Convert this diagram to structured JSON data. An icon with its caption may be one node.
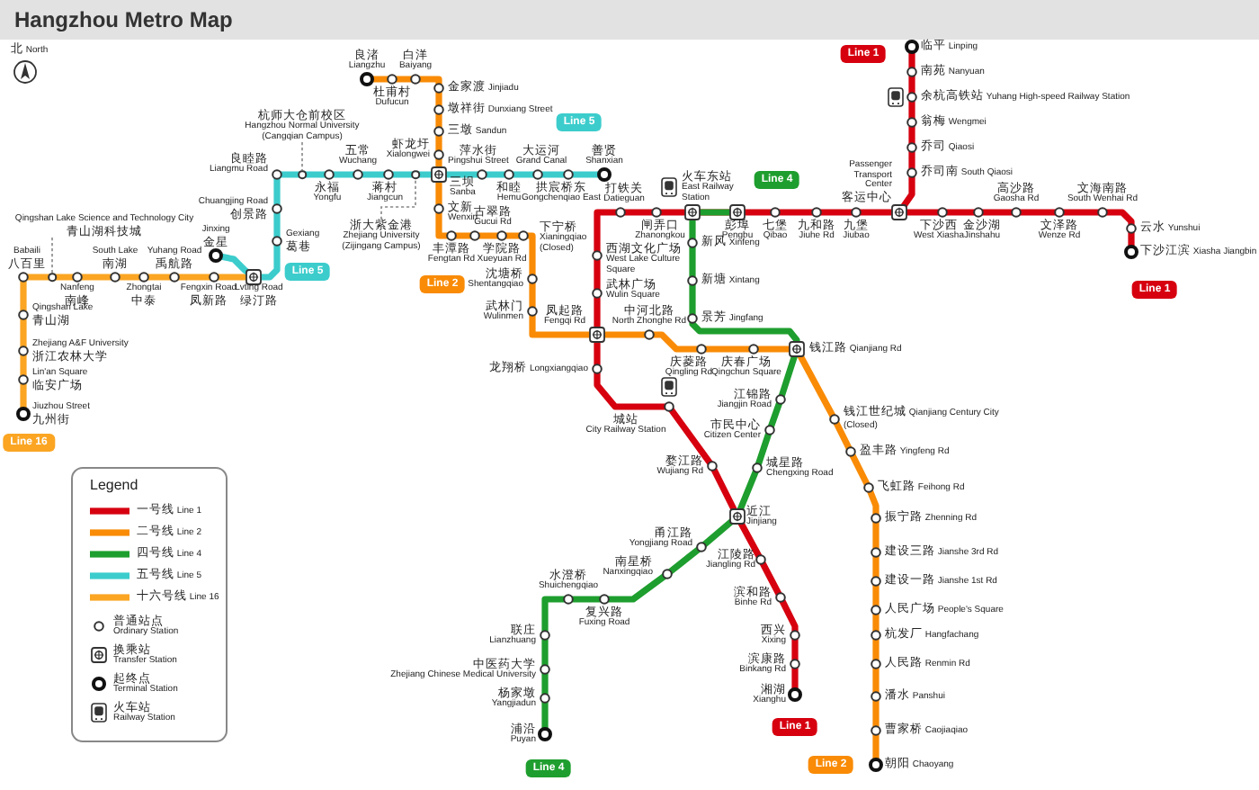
{
  "diagram": {
    "title": "Hangzhou Metro Map",
    "nodes": [
      {
        "text": [
          "Line 1"
        ]
      },
      {
        "text": [
          "Line 5"
        ]
      },
      {
        "text": [
          "Line 4"
        ]
      },
      {
        "text": [
          "Line 2"
        ]
      },
      {
        "text": [
          "Line 1"
        ]
      },
      {
        "text": [
          "Line 5"
        ]
      },
      {
        "text": [
          "Line 16"
        ]
      },
      {
        "text": [
          "Line 1"
        ]
      },
      {
        "text": [
          "Line 4"
        ]
      },
      {
        "text": [
          "Line 2"
        ]
      },
      {
        "text": [
          "杭师大仓前校区 Hangzhou Normal University (Cangqian Campus)"
        ]
      },
      {
        "text": [
          "浙大紫金港 Zhejiang University (Zijingang Campus)"
        ]
      },
      {
        "text": [
          "Qingshan Lake Science and Technology City 青山湖科技城"
        ]
      },
      {
        "text": [],
        "shape": "circle"
      },
      {
        "text": [],
        "shape": "circle"
      },
      {
        "text": [],
        "shape": "circle"
      }
    ],
    "edges": [
      {
        "from": 10,
        "to": 13,
        "arrow": "none",
        "style": "dashed"
      },
      {
        "from": 11,
        "to": 14,
        "arrow": "none",
        "style": "dashed"
      },
      {
        "from": 12,
        "to": 15,
        "arrow": "none",
        "style": "dashed"
      }
    ],
    "labels": [
      "北 North",
      "良渚 Liangzhu",
      "杜甫村 Dufucun",
      "白洋 Baiyang",
      "临平 Linping",
      "南苑 Nanyuan",
      "余杭高铁站 Yuhang High-speed Railway Station",
      "金家渡 Jinjiadu",
      "墩祥街 Dunxiang Street",
      "三墩 Sandun",
      "翁梅 Wengmei",
      "虾龙圩 Xialongwei",
      "乔司 Qiaosi",
      "良睦路 Liangmu Road",
      "永福 Yongfu",
      "五常 Wuchang",
      "蒋村 Jiangcun",
      "三坝 Sanba",
      "萍水街 Pingshui Street",
      "和睦 Hemu",
      "大运河 Grand Canal",
      "拱宸桥东 Gongchenqiao East",
      "善贤 Shanxian",
      "火车东站 East Railway Station",
      "乔司南 South Qiaosi",
      "Passenger Transport Center 客运中心",
      "打铁关 Datieguan",
      "闸弄口 Zhanongkou",
      "彭埠 Pengbu",
      "七堡 Qibao",
      "九和路 Jiuhe Rd",
      "九堡 Jiubao",
      "下沙西 West Xiasha",
      "金沙湖 Jinshahu",
      "高沙路 Gaosha Rd",
      "文泽路 Wenze Rd",
      "文海南路 South Wenhai Rd",
      "云水 Yunshui",
      "下沙江滨 Xiasha Jiangbin",
      "Chuangjing Road 创景路",
      "文新 Wenxin",
      "古翠路 Gucui Rd",
      "丰潭路 Fengtan Rd",
      "学院路 Xueyuan Rd",
      "下宁桥 Xianingqiao (Closed)",
      "西湖文化广场 West Lake Culture Square",
      "新风 Xinfeng",
      "Jinxing 金星",
      "Gexiang 葛巷",
      "Babaili 八百里",
      "Nanfeng 南峰",
      "South Lake 南湖",
      "Zhongtai 中泰",
      "Yuhang Road 禹航路",
      "Fengxin Road 凤新路",
      "Lvting Road 绿汀路",
      "沈塘桥 Shentangqiao",
      "新塘 Xintang",
      "武林广场 Wulin Square",
      "武林门 Wulinmen",
      "景芳 Jingfang",
      "Qingshan Lake 青山湖",
      "凤起路 Fengqi Rd",
      "中河北路 North Zhonghe Rd",
      "龙翔桥 Longxiangqiao",
      "庆菱路 Qingling Rd",
      "庆春广场 Qingchun Square",
      "钱江路 Qianjiang Rd",
      "Zhejiang A&F University 浙江农林大学",
      "Lin'an Square 临安广场",
      "江锦路 Jiangjin Road",
      "城站 City Railway Station",
      "Jiuzhou Street 九州街",
      "钱江世纪城 Qianjiang Century City (Closed)",
      "市民中心 Citizen Center",
      "盈丰路 Yingfeng Rd",
      "婺江路 Wujiang Rd",
      "城星路 Chengxing Road",
      "飞虹路 Feihong Rd",
      "近江 Jinjiang",
      "振宁路 Zhenning Rd",
      "甬江路 Yongjiang Road",
      "建设三路 Jianshe 3rd Rd",
      "南星桥 Nanxingqiao",
      "江陵路 Jiangling Rd",
      "建设一路 Jianshe 1st Rd",
      "水澄桥 Shuichengqiao",
      "复兴路 Fuxing Road",
      "滨和路 Binhe Rd",
      "人民广场 People's Square",
      "杭发厂 Hangfachang",
      "联庄 Lianzhuang",
      "西兴 Xixing",
      "滨康路 Binkang Rd",
      "人民路 Renmin Rd",
      "中医药大学 Zhejiang Chinese Medical University",
      "湘湖 Xianghu",
      "潘水 Panshui",
      "杨家墩 Yangjiadun",
      "曹家桥 Caojiaqiao",
      "浦沿 Puyan",
      "朝阳 Chaoyang",
      "Legend"
    ],
    "legend": [
      {
        "text": "一号线 Line 1",
        "color": "#d6000f"
      },
      {
        "text": "二号线 Line 2",
        "color": "#f98b06"
      },
      {
        "text": "四号线 Line 4",
        "color": "#1e9e2e"
      },
      {
        "text": "五号线 Line 5",
        "color": "#3ccccc"
      },
      {
        "text": "十六号线 Line 16",
        "color": "#fba523"
      },
      {
        "text": "普通站点 Ordinary Station"
      },
      {
        "text": "换乘站 Transfer Station"
      },
      {
        "text": "起终点 Terminal Station"
      },
      {
        "text": "火车站 Railway Station"
      }
    ]
  }
}
